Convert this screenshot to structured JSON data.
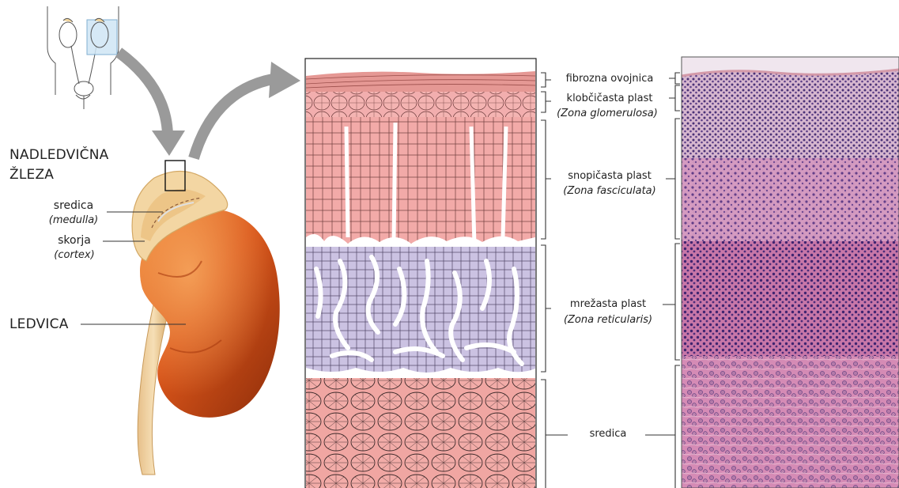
{
  "figure": {
    "organ_title_line1": "NADLEDVIČNA",
    "organ_title_line2": "ŽLEZA",
    "kidney_label": "LEDVICA",
    "medulla_label": "sredica",
    "medulla_latin": "(medulla)",
    "cortex_label": "skorja",
    "cortex_latin": "(cortex)"
  },
  "zones": {
    "capsule": {
      "label": "fibrozna ovojnica"
    },
    "glomerulosa": {
      "label": "klobčičasta plast",
      "latin": "(Zona glomerulosa)"
    },
    "fasciculata": {
      "label": "snopičasta plast",
      "latin": "(Zona fasciculata)"
    },
    "reticularis": {
      "label": "mrežasta plast",
      "latin": "(Zona reticularis)"
    },
    "medulla": {
      "label": "sredica"
    }
  },
  "colors": {
    "capsule": "#e79a96",
    "glomerulosa": "#f0a8a8",
    "fasciculata": "#f2aaa8",
    "reticularis": "#c9bfe0",
    "medulla": "#ef9e9a",
    "kidney": "#d9551a",
    "adrenal": "#f3d6a3",
    "arrow": "#9a9a9a"
  }
}
